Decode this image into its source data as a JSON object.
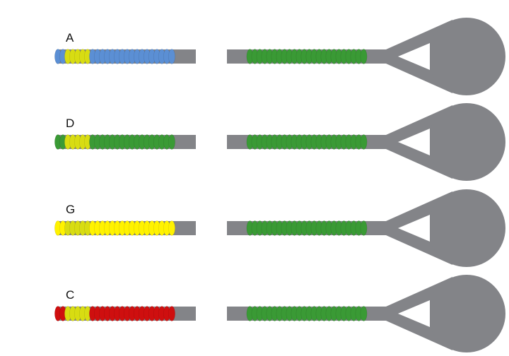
{
  "colors": {
    "rod": "#838488",
    "background": "#ffffff",
    "blue": "#5b8fd4",
    "yellow": "#fff200",
    "yellow_green": "#d8dc12",
    "green": "#3a9a35",
    "red": "#cf0f0f"
  },
  "rows": [
    {
      "label": "A",
      "left_segments": [
        {
          "color": "blue",
          "count": 2
        },
        {
          "color": "yellow_green",
          "count": 5
        },
        {
          "color": "blue",
          "count": 17
        }
      ],
      "right_segments": [
        {
          "color": "green",
          "count": 24
        }
      ]
    },
    {
      "label": "D",
      "left_segments": [
        {
          "color": "green",
          "count": 2
        },
        {
          "color": "yellow_green",
          "count": 5
        },
        {
          "color": "green",
          "count": 17
        }
      ],
      "right_segments": [
        {
          "color": "green",
          "count": 24
        }
      ]
    },
    {
      "label": "G",
      "left_segments": [
        {
          "color": "yellow",
          "count": 2
        },
        {
          "color": "yellow_green",
          "count": 5
        },
        {
          "color": "yellow",
          "count": 17
        }
      ],
      "right_segments": [
        {
          "color": "green",
          "count": 24
        }
      ]
    },
    {
      "label": "C",
      "left_segments": [
        {
          "color": "red",
          "count": 2
        },
        {
          "color": "yellow_green",
          "count": 5
        },
        {
          "color": "red",
          "count": 17
        }
      ],
      "right_segments": [
        {
          "color": "green",
          "count": 24
        }
      ]
    }
  ]
}
